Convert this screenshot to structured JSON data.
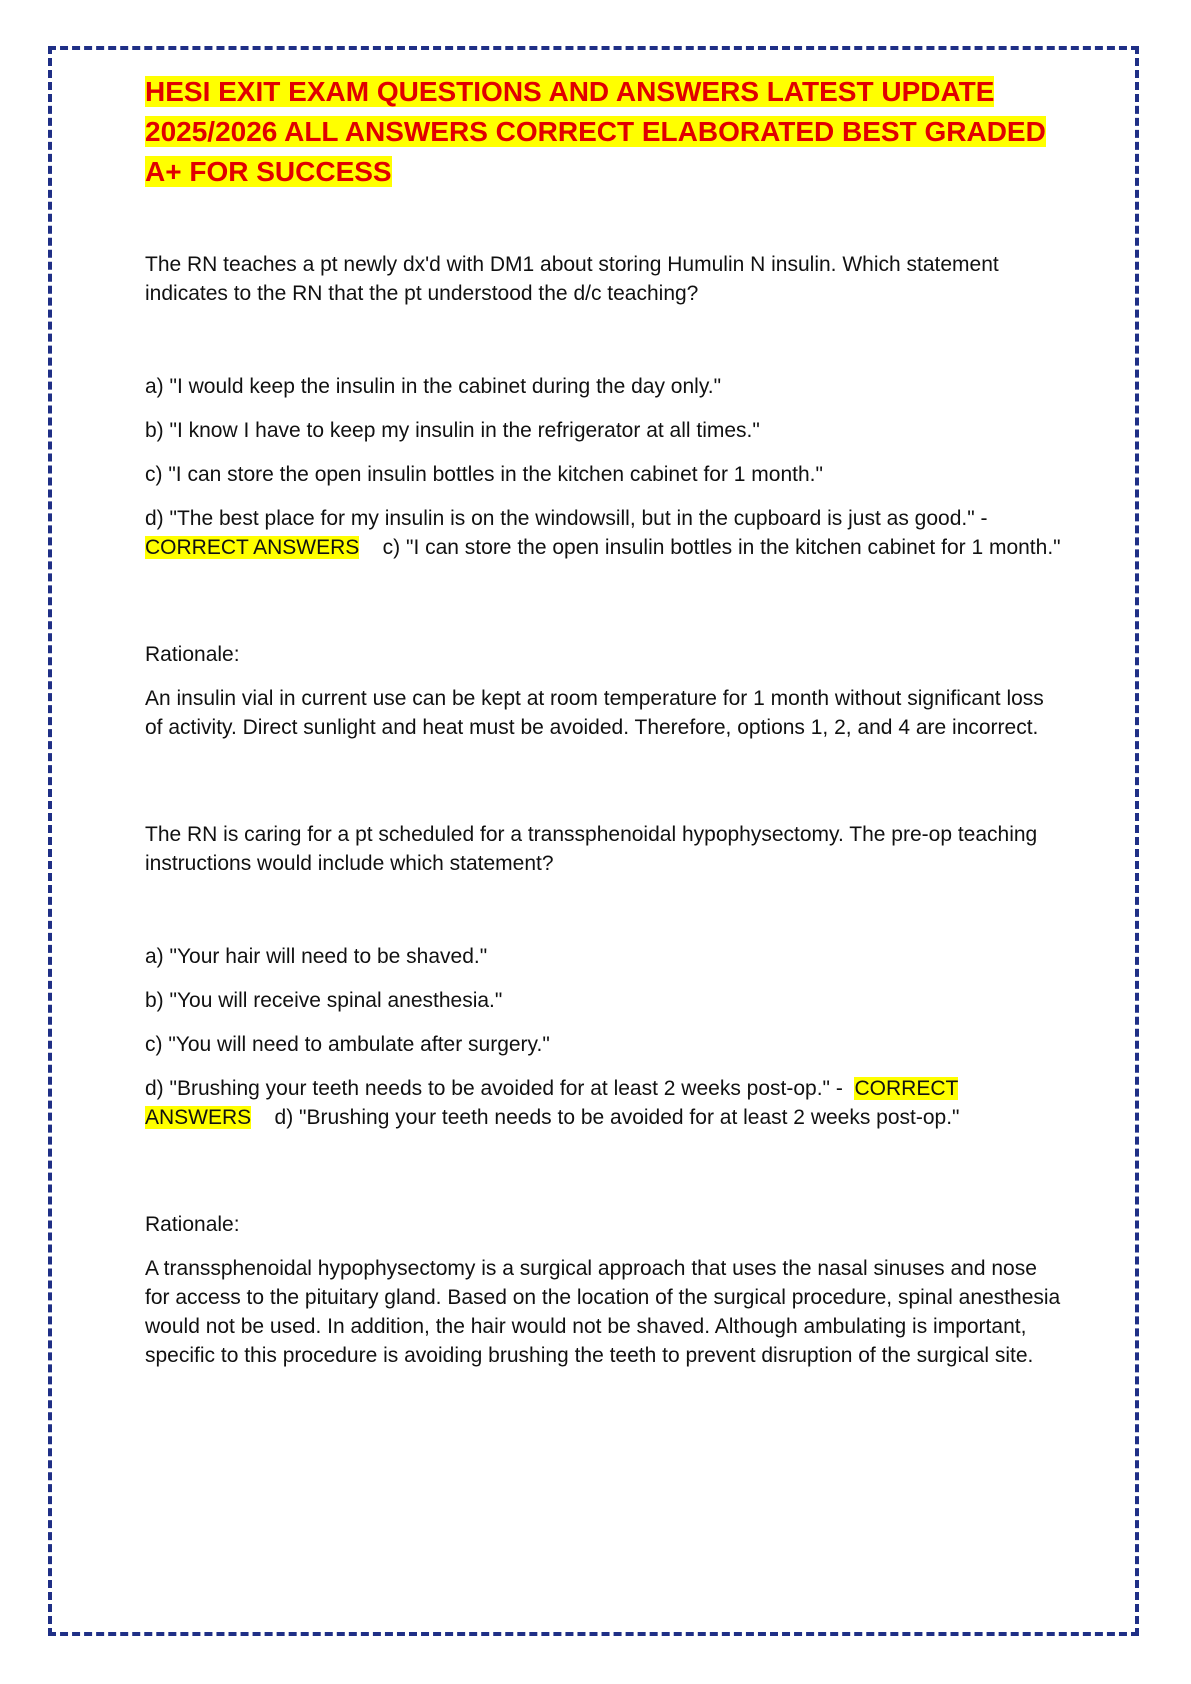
{
  "title": "HESI EXIT EXAM QUESTIONS AND ANSWERS LATEST UPDATE 2025/2026 ALL ANSWERS CORRECT ELABORATED BEST GRADED  A+ FOR SUCCESS",
  "questions": [
    {
      "stem": "The RN teaches a pt newly dx'd with DM1 about storing Humulin N insulin. Which statement indicates to the RN that the pt understood the d/c teaching?",
      "options": [
        "a) \"I would keep the insulin in the cabinet during the day only.\"",
        "b) \"I know I have to keep my insulin in the refrigerator at all times.\"",
        "c) \"I can store the open insulin bottles in the kitchen cabinet for 1 month.\""
      ],
      "last_option": "d) \"The best place for my insulin is on the windowsill, but in the cupboard is just as good.\" -",
      "answer_label": "CORRECT ANSWERS",
      "answer_text": "c) \"I can store the open insulin bottles in the kitchen cabinet for 1 month.\"",
      "rationale_label": "Rationale:",
      "rationale": "An insulin vial in current use can be kept at room temperature for 1 month without significant loss of activity. Direct sunlight and heat must be avoided. Therefore, options 1, 2, and 4 are incorrect."
    },
    {
      "stem": "The RN is caring for a pt scheduled for a transsphenoidal hypophysectomy. The pre-op teaching instructions would include which statement?",
      "options": [
        "a) \"Your hair will need to be shaved.\"",
        "b) \"You will receive spinal anesthesia.\"",
        "c) \"You will need to ambulate after surgery.\""
      ],
      "last_option": "d) \"Brushing your teeth needs to be avoided for at least 2 weeks post-op.\" -",
      "answer_label": "CORRECT ANSWERS",
      "answer_text": "d) \"Brushing your teeth needs to be avoided for at least 2 weeks post-op.\"",
      "rationale_label": "Rationale:",
      "rationale": "A transsphenoidal hypophysectomy is a surgical approach that uses the nasal sinuses and nose for access to the pituitary gland. Based on the location of the surgical procedure, spinal anesthesia would not be used. In addition, the hair would not be shaved. Although ambulating is important, specific to this procedure is avoiding brushing the teeth to prevent disruption of the surgical site."
    }
  ],
  "colors": {
    "title": "#e00000",
    "highlight": "#ffff00",
    "border": "#1f2f86"
  }
}
